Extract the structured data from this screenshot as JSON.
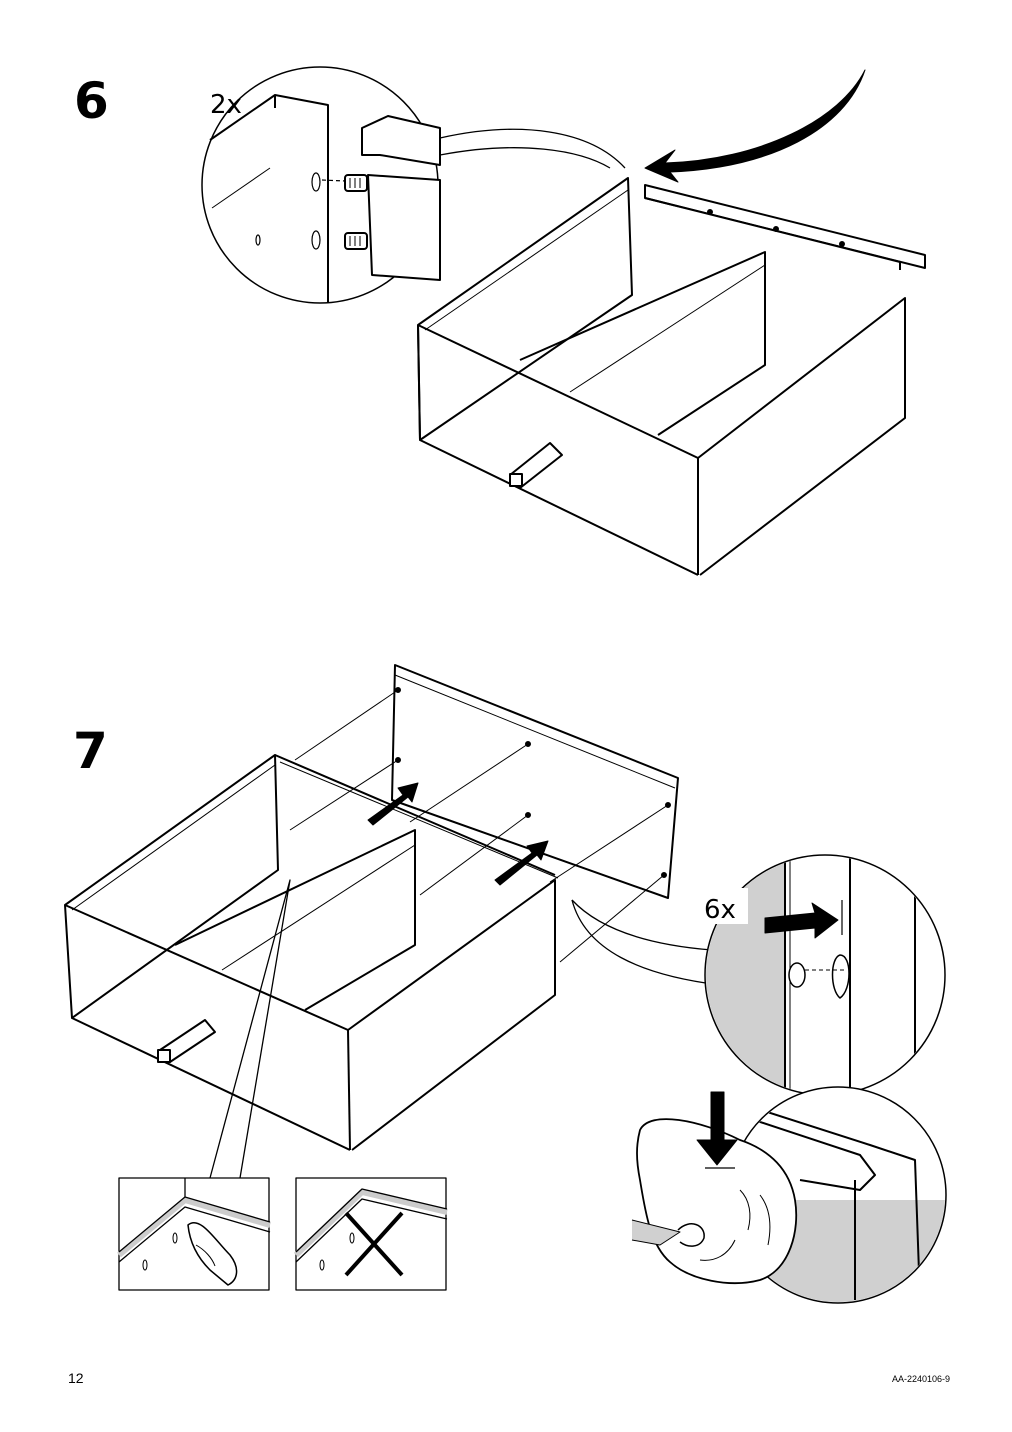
{
  "steps": [
    {
      "number": "6",
      "callout_quantity": "2x"
    },
    {
      "number": "7",
      "callout_quantity": "6x"
    }
  ],
  "footer": {
    "page_number": "12",
    "document_code": "AA-2240106-9"
  }
}
